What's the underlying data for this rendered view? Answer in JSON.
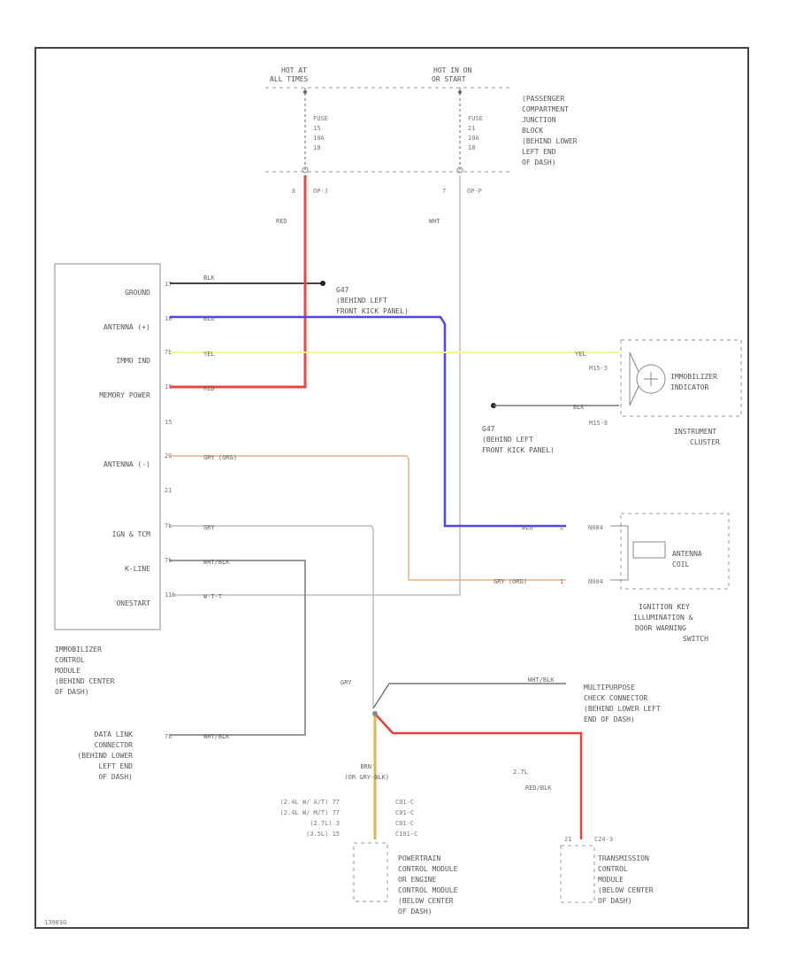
{
  "fuse_left": {
    "hot": "HOT AT",
    "hot2": "ALL TIMES",
    "fuse": "FUSE",
    "num": "15",
    "amp": "10A",
    "ref": "18",
    "pin": "8",
    "conn": "OP-J",
    "wire": "RED"
  },
  "fuse_right": {
    "hot": "HOT IN ON",
    "hot2": "OR START",
    "fuse": "FUSE",
    "num": "21",
    "amp": "10A",
    "ref": "18",
    "pin": "7",
    "conn": "OP-P",
    "wire": "WHT"
  },
  "junction_block": [
    "(PASSENGER",
    "COMPARTMENT",
    "JUNCTION",
    "BLOCK",
    "(BEHIND LOWER",
    "LEFT END",
    "OF DASH)"
  ],
  "module": {
    "rows": [
      {
        "label": "GROUND",
        "pin": "17",
        "wire": "BLK"
      },
      {
        "label": "ANTENNA (+)",
        "pin": "18",
        "wire": "BLU"
      },
      {
        "label": "IMMO IND",
        "pin": "7b",
        "wire": "YEL"
      },
      {
        "label": "MEMORY POWER",
        "pin": "19",
        "wire": "RED"
      },
      {
        "label": "",
        "pin": "15",
        "wire": ""
      },
      {
        "label": "ANTENNA (-)",
        "pin": "20",
        "wire": "GRY (ORG)"
      },
      {
        "label": "",
        "pin": "21",
        "wire": ""
      },
      {
        "label": "IGN & TCM",
        "pin": "7b",
        "wire": "GRY"
      },
      {
        "label": "K-LINE",
        "pin": "7b",
        "wire": "WHT/BLK"
      },
      {
        "label": "ONESTART",
        "pin": "11b",
        "wire": "W-T-T"
      }
    ],
    "caption": [
      "IMMOBILIZER",
      "CONTROL",
      "MODULE",
      "(BEHIND CENTER",
      "OF DASH)"
    ]
  },
  "ground1": {
    "label": "G47",
    "desc": [
      "(BEHIND LEFT",
      "FRONT KICK PANEL)"
    ]
  },
  "ground2": {
    "label": "G47",
    "desc": [
      "(BEHIND LEFT",
      "FRONT KICK PANEL)"
    ],
    "wire": "BLK",
    "pin": "M15-8"
  },
  "immo_indicator": {
    "wire": "YEL",
    "pin": "M15-5",
    "label": [
      "IMMOBILIZER",
      "INDICATOR"
    ],
    "cluster": [
      "INSTRUMENT",
      "CLUSTER"
    ]
  },
  "antenna_coil": {
    "label": [
      "ANTENNA",
      "COIL"
    ],
    "wire1": "BLU",
    "pin1": "2",
    "conn1": "N004",
    "wire2": "GRY (ORG)",
    "pin2": "1",
    "conn2": "N004",
    "caption": [
      "IGNITION KEY",
      "ILLUMINATION &",
      "DOOR WARNING",
      "SWITCH"
    ]
  },
  "dlc": {
    "label": [
      "DATA LINK",
      "CONNECTOR",
      "(BEHIND LOWER",
      "LEFT END",
      "OF DASH)"
    ],
    "pin": "7b",
    "wire": "WHT/BLK"
  },
  "mpc": {
    "wire": "WHT/BLK",
    "label": [
      "MULTIPURPOSE",
      "CHECK CONNECTOR",
      "(BEHIND LOWER LEFT",
      "END OF DASH)"
    ]
  },
  "splice": {
    "wire_top": "GRY",
    "wire_brn": "BRN",
    "wire_brn2": "(OR GRY-BLK)"
  },
  "pcm": {
    "rows": [
      {
        "left": "(2.4L W/ A/T) 77",
        "right": "C01-C"
      },
      {
        "left": "(2.4L W/ M/T) 77",
        "right": "C01-C"
      },
      {
        "left": "(2.7L) 3",
        "right": "C01-C"
      },
      {
        "left": "(3.5L) 15",
        "right": "C101-C"
      }
    ],
    "label": [
      "POWERTRAIN",
      "CONTROL MODULE",
      "OR ENGINE",
      "CONTROL MODULE",
      "(BELOW CENTER",
      "OF DASH)"
    ]
  },
  "tcm": {
    "wire": "RED/BLK",
    "pin_label": "2.7L",
    "pin": "21",
    "conn": "C24-3",
    "label": [
      "TRANSMISSION",
      "CONTROL",
      "MODULE",
      "(BELOW CENTER",
      "OF DASH)"
    ]
  },
  "code": "13903G"
}
